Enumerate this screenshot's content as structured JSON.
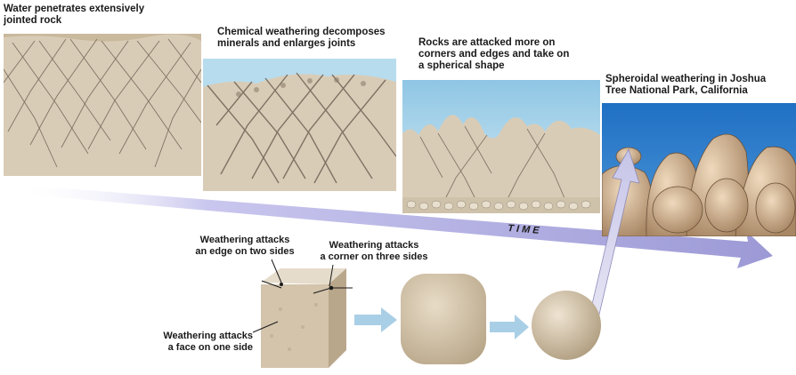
{
  "stages": [
    {
      "caption": "Water penetrates extensively\njointed rock"
    },
    {
      "caption": "Chemical weathering decomposes\nminerals and enlarges joints"
    },
    {
      "caption": "Rocks are attacked more on\ncorners and edges and take on\na spherical shape"
    }
  ],
  "photo": {
    "caption": "Spheroidal weathering in Joshua\nTree National Park, California"
  },
  "time_label": "T I M E",
  "cube_labels": {
    "edge": "Weathering attacks\nan edge on two sides",
    "corner": "Weathering attacks\na corner on three sides",
    "face": "Weathering attacks\na face on one side"
  },
  "colors": {
    "rock": "#d8cbb6",
    "rock_dark": "#b8a78d",
    "joint": "#6f6355",
    "sky": "#a9d3ea",
    "time_arrow": "#a8a6dc",
    "small_arrow": "#a9cfe6"
  }
}
